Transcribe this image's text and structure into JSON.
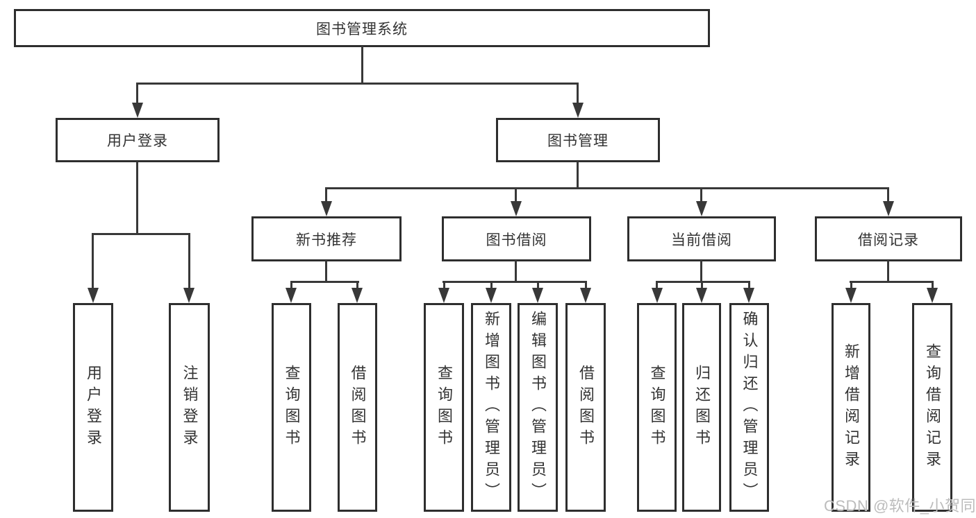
{
  "tree": {
    "root": "图书管理系统",
    "children": [
      {
        "label": "用户登录",
        "children": [
          {
            "label": "用户登录"
          },
          {
            "label": "注销登录"
          }
        ]
      },
      {
        "label": "图书管理",
        "children": [
          {
            "label": "新书推荐",
            "children": [
              {
                "label": "查询图书"
              },
              {
                "label": "借阅图书"
              }
            ]
          },
          {
            "label": "图书借阅",
            "children": [
              {
                "label": "查询图书"
              },
              {
                "label": "新增图书（管理员）"
              },
              {
                "label": "编辑图书（管理员）"
              },
              {
                "label": "借阅图书"
              }
            ]
          },
          {
            "label": "当前借阅",
            "children": [
              {
                "label": "查询图书"
              },
              {
                "label": "归还图书"
              },
              {
                "label": "确认归还（管理员）"
              }
            ]
          },
          {
            "label": "借阅记录",
            "children": [
              {
                "label": "新增借阅记录"
              },
              {
                "label": "查询借阅记录"
              }
            ]
          }
        ]
      }
    ]
  },
  "watermark": "CSDN @软件_小贺同学",
  "colors": {
    "line": "#383838",
    "box_border": "#2e2e2e",
    "text": "#333333",
    "watermark_text": "#bcbcbc",
    "background": "#ffffff"
  }
}
